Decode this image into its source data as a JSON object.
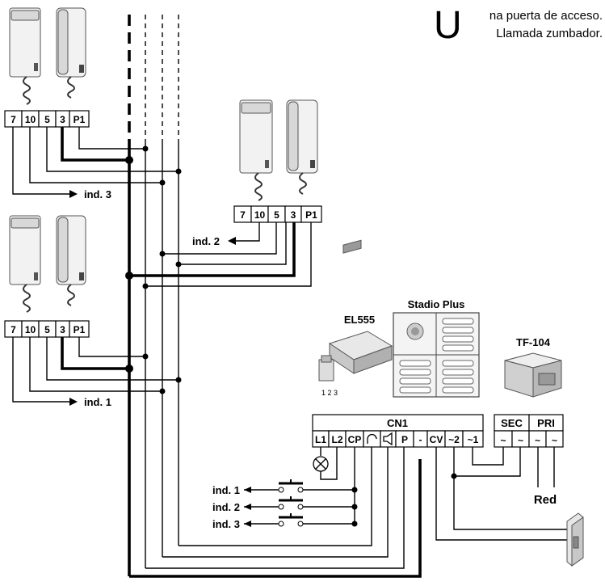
{
  "heading": {
    "big_letter": "U",
    "line1": "na puerta de acceso.",
    "line2": "Llamada zumbador."
  },
  "monitor_terminals": [
    "7",
    "10",
    "5",
    "3",
    "P1"
  ],
  "arrows": {
    "top_left": "ind. 3",
    "middle_right": "ind. 2",
    "bottom_left": "ind. 1"
  },
  "devices": {
    "el555": "EL555",
    "stadio": "Stadio Plus",
    "tf104": "TF-104",
    "el555_pins": "1 2 3"
  },
  "cn1": {
    "title": "CN1",
    "terminals": [
      "L1",
      "L2",
      "CP",
      "",
      "",
      "P",
      "-",
      "CV",
      "~2",
      "~1"
    ]
  },
  "transformer": {
    "sec": "SEC",
    "pri": "PRI",
    "terminals": [
      "~",
      "~",
      "~",
      "~"
    ],
    "mains": "Red"
  },
  "buttons": [
    "ind. 1",
    "ind. 2",
    "ind. 3"
  ]
}
